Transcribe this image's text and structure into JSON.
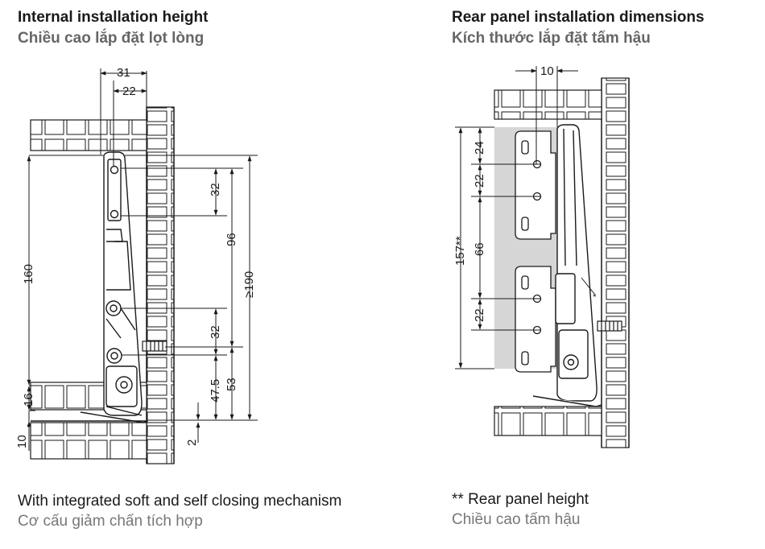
{
  "left": {
    "title": "Internal installation height",
    "subtitle": "Chiều cao lắp đặt lọt lòng",
    "dims": {
      "d31": "31",
      "d22": "22",
      "d32_top": "32",
      "d96": "96",
      "d190": "≥190",
      "d160": "160",
      "d32_bottom": "32",
      "d47_5": "47.5",
      "d53": "53",
      "d16": "16",
      "d10": "10",
      "d2": "2"
    },
    "note": "With integrated soft and self closing mechanism",
    "note_sub": "Cơ cấu giảm chấn tích hợp"
  },
  "right": {
    "title": "Rear panel installation dimensions",
    "subtitle": "Kích thước lắp đặt tấm hậu",
    "dims": {
      "d10": "10",
      "d157": "157**",
      "d24": "24",
      "d22_top": "22",
      "d66": "66",
      "d22_bottom": "22",
      "star": "*"
    },
    "note": "** Rear panel height",
    "note_sub": "Chiều cao tấm hậu"
  }
}
